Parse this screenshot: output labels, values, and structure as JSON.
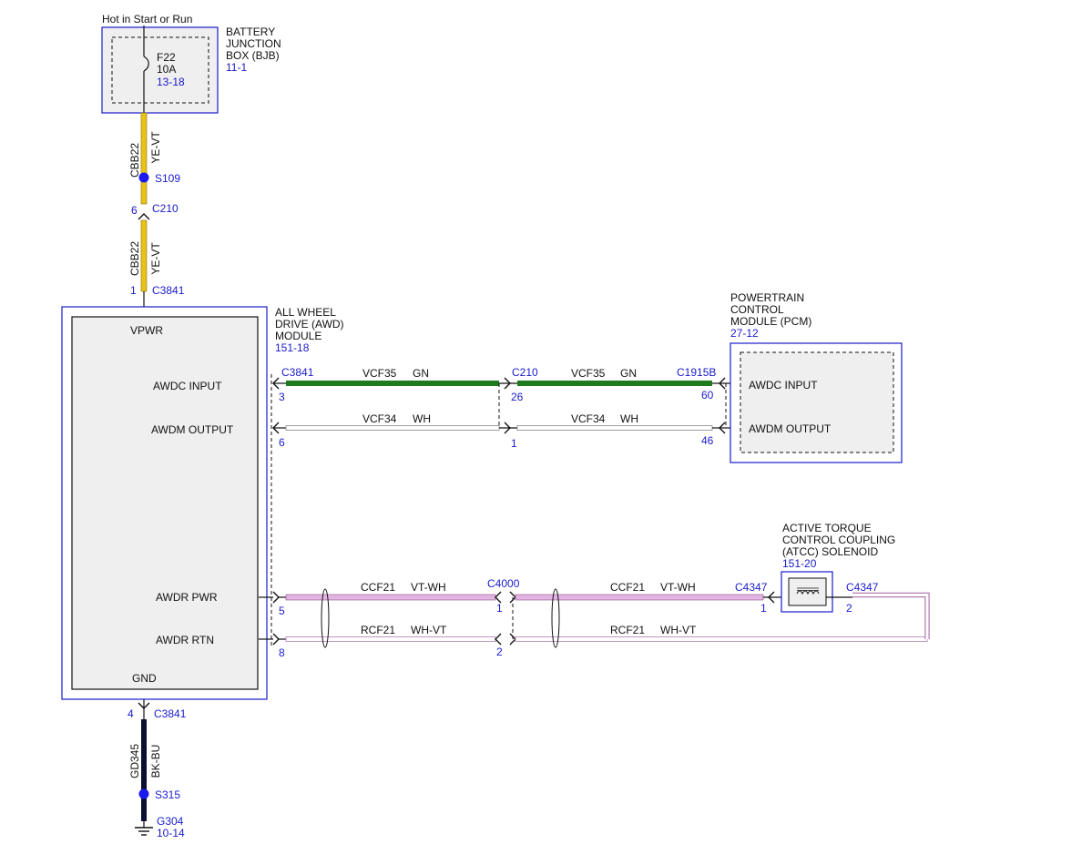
{
  "power": {
    "label": "Hot in Start or Run"
  },
  "bjb": {
    "title1": "BATTERY",
    "title2": "JUNCTION",
    "title3": "BOX (BJB)",
    "ref": "11-1",
    "fuse": "F22",
    "rating": "10A",
    "fuse_ref": "13-18"
  },
  "w_top": {
    "circuit": "CBB22",
    "color": "YE-VT"
  },
  "s109": "S109",
  "c210_top": {
    "pin": "6",
    "name": "C210"
  },
  "c3841_top": {
    "pin": "1",
    "name": "C3841"
  },
  "awd": {
    "title1": "ALL WHEEL",
    "title2": "DRIVE (AWD)",
    "title3": "MODULE",
    "ref": "151-18",
    "vpwr": "VPWR",
    "awdc_input": "AWDC INPUT",
    "awdm_output": "AWDM OUTPUT",
    "awdr_pwr": "AWDR PWR",
    "awdr_rtn": "AWDR RTN",
    "gnd": "GND"
  },
  "pcm": {
    "title1": "POWERTRAIN",
    "title2": "CONTROL",
    "title3": "MODULE (PCM)",
    "ref": "27-12",
    "awdc_input": "AWDC INPUT",
    "awdm_output": "AWDM OUTPUT"
  },
  "atcc": {
    "title1": "ACTIVE TORQUE",
    "title2": "CONTROL COUPLING",
    "title3": "(ATCC) SOLENOID",
    "ref": "151-20"
  },
  "c3841_mid": {
    "name": "C3841",
    "pin_a": "3",
    "pin_b": "6",
    "pin_c": "5",
    "pin_d": "8"
  },
  "c210_mid": {
    "name": "C210",
    "pin_a": "26",
    "pin_b": "1"
  },
  "c1915b": {
    "name": "C1915B",
    "pin_a": "60",
    "pin_b": "46"
  },
  "c4000": {
    "name": "C4000",
    "pin_a": "1",
    "pin_b": "2"
  },
  "c4347_l": {
    "name": "C4347",
    "pin": "1"
  },
  "c4347_r": {
    "name": "C4347",
    "pin": "2"
  },
  "vcf35": {
    "circuit": "VCF35",
    "color": "GN"
  },
  "vcf34": {
    "circuit": "VCF34",
    "color": "WH"
  },
  "ccf21": {
    "circuit": "CCF21",
    "color": "VT-WH"
  },
  "rcf21": {
    "circuit": "RCF21",
    "color": "WH-VT"
  },
  "c3841_bot": {
    "pin": "4",
    "name": "C3841"
  },
  "w_gnd": {
    "circuit": "GD345",
    "color": "BK-BU"
  },
  "s315": "S315",
  "g304": {
    "name": "G304",
    "ref": "10-14"
  },
  "colors": {
    "accent": "#1a1acc",
    "module_fill": "#efefef",
    "yellow": "#e8c21a",
    "green": "#1f7a1f",
    "violet": "#d8a0d8",
    "black": "#0b1030"
  }
}
